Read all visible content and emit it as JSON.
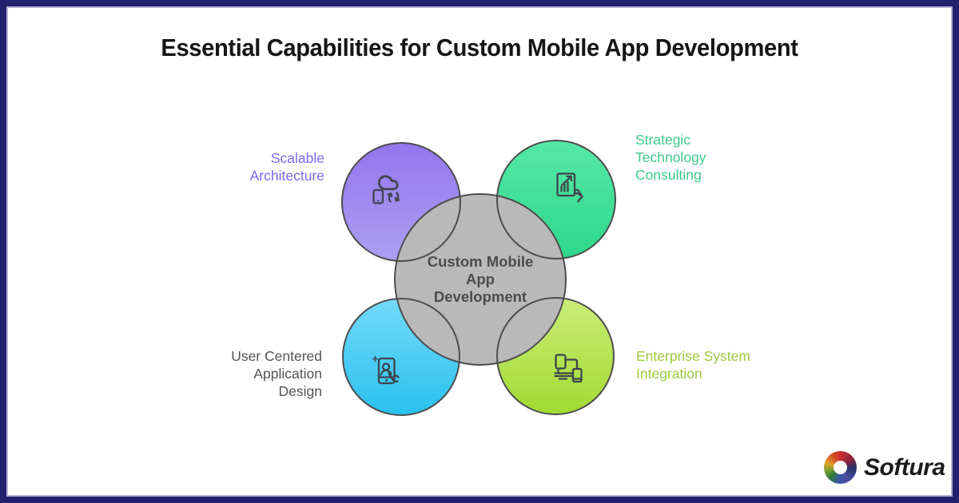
{
  "page": {
    "border_color": "#22216e",
    "inner_border_line_color": "#b3b2d6",
    "background": "#ffffff"
  },
  "title": "Essential Capabilities for Custom Mobile App Development",
  "diagram": {
    "center": {
      "label": "Custom Mobile\nApp\nDevelopment",
      "fill": "#b9b9b9",
      "stroke": "#4d4d4d",
      "text_color": "#4c4c4c"
    },
    "nodes": [
      {
        "id": "scalable-architecture",
        "label": "Scalable\nArchitecture",
        "label_color": "#7c68eb",
        "position": "top-left",
        "icon": "cloud-sync-icon",
        "gradient_top": "#9276ee",
        "gradient_bottom": "#ac9ff2"
      },
      {
        "id": "strategic-technology-consulting",
        "label": "Strategic\nTechnology\nConsulting",
        "label_color": "#3ecb89",
        "position": "top-right",
        "icon": "chart-tablet-hand-icon",
        "gradient_top": "#56e8a9",
        "gradient_bottom": "#2ed889"
      },
      {
        "id": "user-centered-application-design",
        "label": "User Centered\nApplication\nDesign",
        "label_color": "#555555",
        "position": "bottom-left",
        "icon": "phone-user-touch-icon",
        "gradient_top": "#74daf8",
        "gradient_bottom": "#29c1f0"
      },
      {
        "id": "enterprise-system-integration",
        "label": "Enterprise System\nIntegration",
        "label_color": "#9ac93c",
        "position": "bottom-right",
        "icon": "connected-devices-icon",
        "gradient_top": "#caed79",
        "gradient_bottom": "#a1da30"
      }
    ],
    "circle_stroke_color": "#4d4d4d",
    "icon_stroke_color": "#3f444b"
  },
  "footer": {
    "brand": "Softura",
    "logo": "softura-swirl-logo"
  }
}
